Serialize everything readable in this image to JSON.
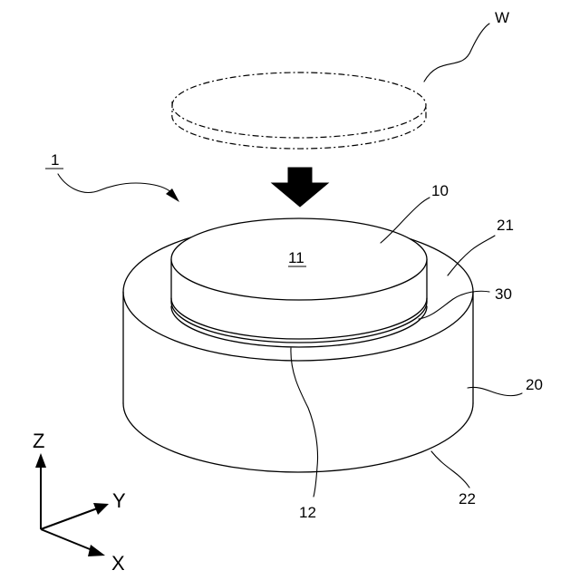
{
  "labels": {
    "wafer": "W",
    "apparatus": "1",
    "chuck_plate": "10",
    "top_surface": "11",
    "bottom_surface": "12",
    "base": "20",
    "base_top": "21",
    "base_bottom": "22",
    "layer": "30"
  },
  "axes": {
    "z": "Z",
    "y": "Y",
    "x": "X"
  }
}
